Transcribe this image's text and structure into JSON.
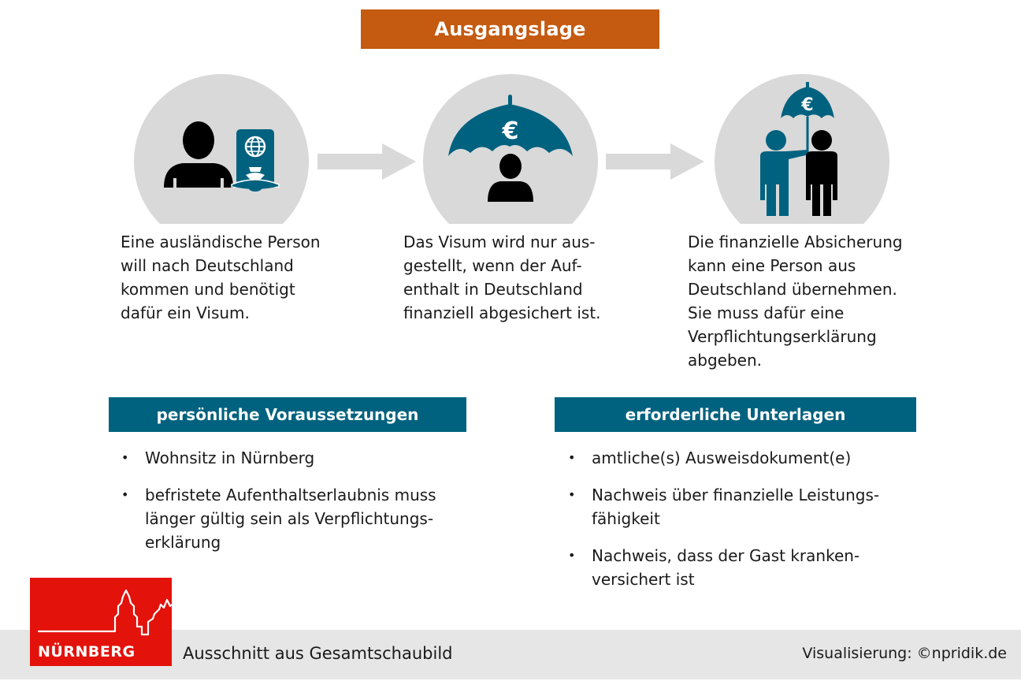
{
  "header": {
    "title": "Ausgangslage"
  },
  "colors": {
    "title_bar": "#c55a11",
    "section_bar": "#00627f",
    "icon_teal": "#00627f",
    "icon_black": "#000000",
    "circle_bg": "#d9d9d9",
    "arrow": "#d9d9d9",
    "footer_bg": "#e6e6e6",
    "logo_red": "#e3120b"
  },
  "steps": [
    {
      "icon": "person-with-passport-icon",
      "lines": [
        "Eine ausländische Person",
        "will nach Deutschland",
        "kommen und benötigt",
        "dafür ein Visum."
      ]
    },
    {
      "icon": "euro-umbrella-over-person-icon",
      "lines": [
        "Das Visum wird nur aus-",
        "gestellt, wenn der Auf-",
        "enthalt in Deutschland",
        "finanziell abgesichert ist."
      ]
    },
    {
      "icon": "person-holding-euro-umbrella-over-guest-icon",
      "lines": [
        "Die finanzielle Absicherung",
        "kann eine Person aus",
        "Deutschland übernehmen.",
        "Sie muss dafür eine",
        "Verpflichtungserklärung",
        "abgeben."
      ]
    }
  ],
  "arrows": [
    "arrow-right-icon",
    "arrow-right-icon"
  ],
  "sections": {
    "left": {
      "title": "persönliche Voraussetzungen",
      "items": [
        {
          "lines": [
            "Wohnsitz in Nürnberg"
          ]
        },
        {
          "lines": [
            "befristete Aufenthaltserlaubnis muss",
            "länger gültig sein als Verpflichtungs-",
            "erklärung"
          ]
        }
      ]
    },
    "right": {
      "title": "erforderliche Unterlagen",
      "items": [
        {
          "lines": [
            "amtliche(s) Ausweisdokument(e)"
          ]
        },
        {
          "lines": [
            "Nachweis über finanzielle Leistungs-",
            "fähigkeit"
          ]
        },
        {
          "lines": [
            "Nachweis, dass der Gast kranken-",
            "versichert ist"
          ]
        }
      ]
    }
  },
  "bullet_glyph": "•",
  "footer": {
    "logo_text": "NÜRNBERG",
    "caption": "Ausschnitt aus Gesamtschaubild",
    "credit": "Visualisierung: ©npridik.de"
  }
}
